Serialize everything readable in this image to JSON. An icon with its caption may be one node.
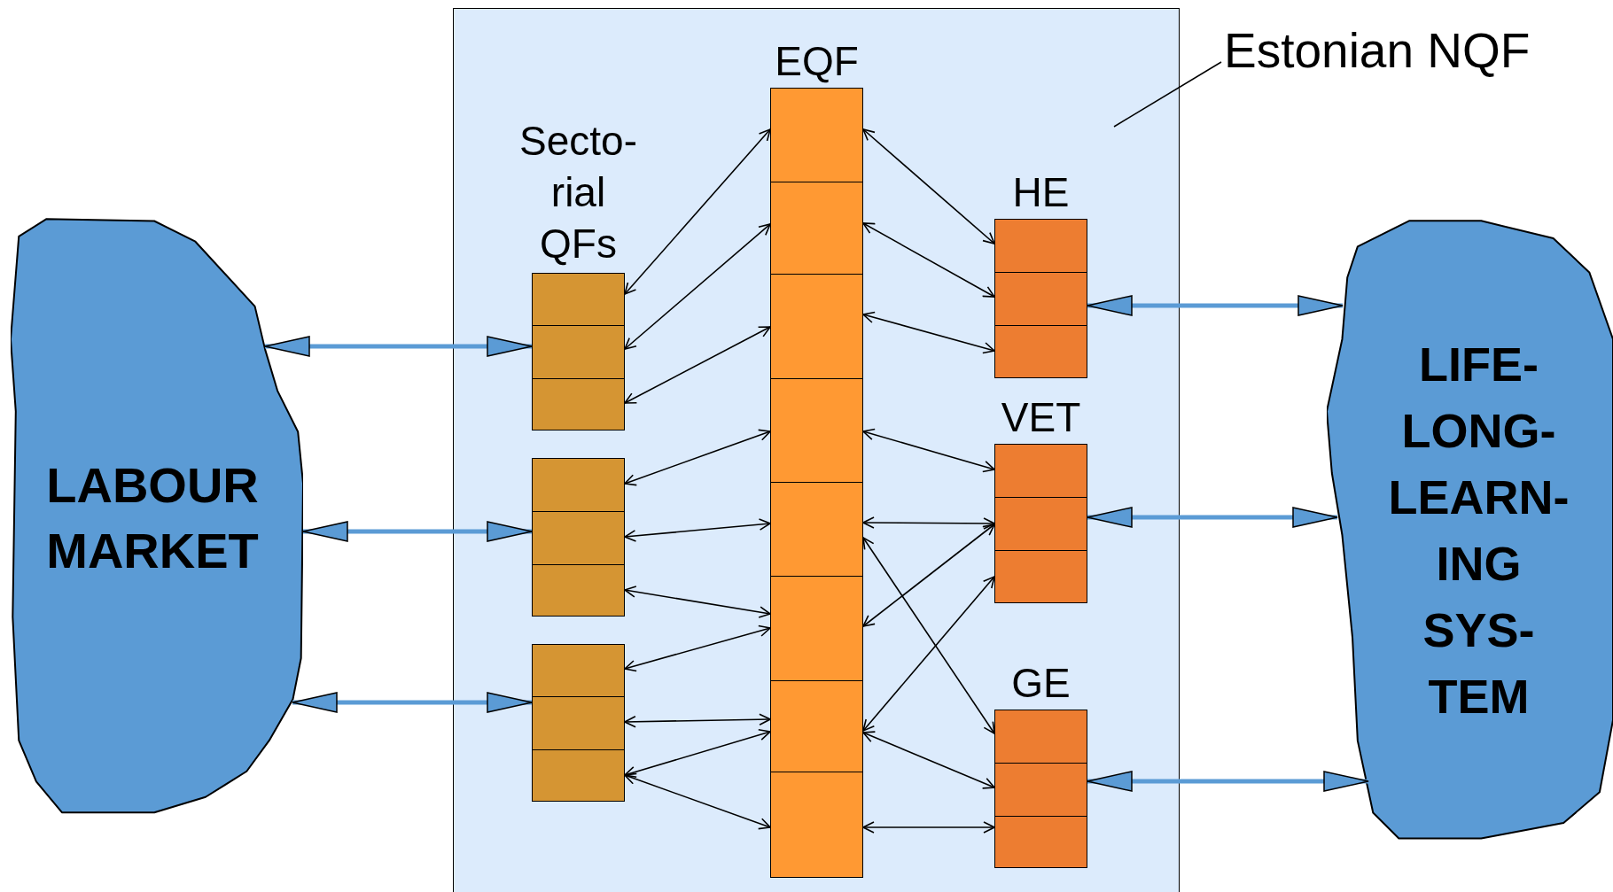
{
  "diagram": {
    "nodes": [
      {
        "text": [
          "Estonian NQF"
        ]
      },
      {
        "text": [
          "EQF"
        ],
        "in": 0
      },
      {
        "text": [],
        "shape": "box",
        "in": 1
      },
      {
        "text": [],
        "shape": "box",
        "in": 1
      },
      {
        "text": [],
        "shape": "box",
        "in": 1
      },
      {
        "text": [],
        "shape": "box",
        "in": 1
      },
      {
        "text": [],
        "shape": "box",
        "in": 1
      },
      {
        "text": [],
        "shape": "box",
        "in": 1
      },
      {
        "text": [],
        "shape": "box",
        "in": 1
      },
      {
        "text": [],
        "shape": "box",
        "in": 1
      },
      {
        "text": [
          "Secto- rial QFs"
        ],
        "in": 0
      },
      {
        "text": [],
        "shape": "box",
        "in": 10
      },
      {
        "text": [],
        "shape": "box",
        "in": 10
      },
      {
        "text": [],
        "shape": "box",
        "in": 10
      },
      {
        "text": [],
        "shape": "box",
        "in": 0
      },
      {
        "text": [],
        "shape": "box",
        "in": 14
      },
      {
        "text": [],
        "shape": "box",
        "in": 14
      },
      {
        "text": [],
        "shape": "box",
        "in": 14
      },
      {
        "text": [],
        "shape": "box",
        "in": 0
      },
      {
        "text": [],
        "shape": "box",
        "in": 18
      },
      {
        "text": [],
        "shape": "box",
        "in": 18
      },
      {
        "text": [],
        "shape": "box",
        "in": 18
      },
      {
        "text": [
          "HE"
        ],
        "in": 0
      },
      {
        "text": [],
        "shape": "box",
        "in": 22
      },
      {
        "text": [],
        "shape": "box",
        "in": 22
      },
      {
        "text": [],
        "shape": "box",
        "in": 22
      },
      {
        "text": [
          "VET"
        ],
        "in": 0
      },
      {
        "text": [],
        "shape": "box",
        "in": 26
      },
      {
        "text": [],
        "shape": "box",
        "in": 26
      },
      {
        "text": [],
        "shape": "box",
        "in": 26
      },
      {
        "text": [
          "GE"
        ],
        "in": 0
      },
      {
        "text": [],
        "shape": "box",
        "in": 30
      },
      {
        "text": [],
        "shape": "box",
        "in": 30
      },
      {
        "text": [],
        "shape": "box",
        "in": 30
      },
      {
        "text": [
          "LABOUR MARKET"
        ]
      },
      {
        "text": [
          "LIFE- LONG- LEARN- ING SYS- TEM"
        ]
      }
    ],
    "edges": [
      {
        "from": 34,
        "to": 12,
        "arrow": "both",
        "style": "thick",
        "color": "#5b9bd5"
      },
      {
        "from": 34,
        "to": 16,
        "arrow": "both",
        "style": "thick",
        "color": "#5b9bd5"
      },
      {
        "from": 34,
        "to": 20,
        "arrow": "both",
        "style": "thick",
        "color": "#5b9bd5"
      },
      {
        "from": 11,
        "to": 2,
        "arrow": "both"
      },
      {
        "from": 12,
        "to": 3,
        "arrow": "both"
      },
      {
        "from": 13,
        "to": 4,
        "arrow": "both"
      },
      {
        "from": 15,
        "to": 5,
        "arrow": "both"
      },
      {
        "from": 16,
        "to": 6,
        "arrow": "both"
      },
      {
        "from": 17,
        "to": 7,
        "arrow": "both"
      },
      {
        "from": 19,
        "to": 7,
        "arrow": "both"
      },
      {
        "from": 20,
        "to": 8,
        "arrow": "both"
      },
      {
        "from": 21,
        "to": 8,
        "arrow": "both"
      },
      {
        "from": 21,
        "to": 9,
        "arrow": "both"
      },
      {
        "from": 2,
        "to": 23,
        "arrow": "both"
      },
      {
        "from": 3,
        "to": 24,
        "arrow": "both"
      },
      {
        "from": 4,
        "to": 25,
        "arrow": "both"
      },
      {
        "from": 5,
        "to": 27,
        "arrow": "both"
      },
      {
        "from": 6,
        "to": 28,
        "arrow": "both"
      },
      {
        "from": 6,
        "to": 31,
        "arrow": "both"
      },
      {
        "from": 7,
        "to": 28,
        "arrow": "both"
      },
      {
        "from": 8,
        "to": 29,
        "arrow": "both"
      },
      {
        "from": 8,
        "to": 32,
        "arrow": "both"
      },
      {
        "from": 9,
        "to": 33,
        "arrow": "both"
      },
      {
        "from": 24,
        "to": 35,
        "arrow": "both",
        "style": "thick",
        "color": "#5b9bd5"
      },
      {
        "from": 28,
        "to": 35,
        "arrow": "both",
        "style": "thick",
        "color": "#5b9bd5"
      },
      {
        "from": 32,
        "to": 35,
        "arrow": "both",
        "style": "thick",
        "color": "#5b9bd5"
      }
    ]
  }
}
